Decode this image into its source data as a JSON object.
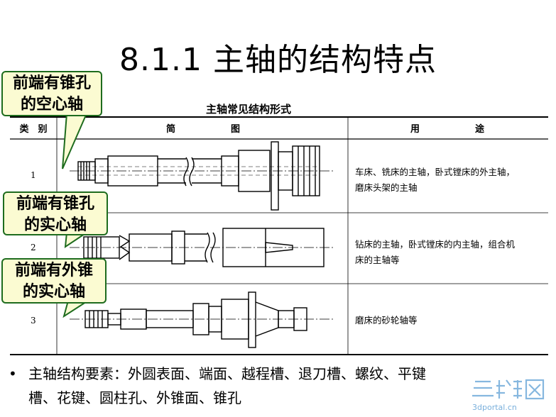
{
  "title": "8.1.1 主轴的结构特点",
  "table": {
    "caption": "主轴常见结构形式",
    "headers": {
      "type": "类　别",
      "sketch": "简　　　　　　图",
      "use": "用　　　　　　途"
    },
    "rows": [
      {
        "number": "1",
        "use_lines": [
          "车床、铣床的主轴，卧式镗床的外主轴，",
          "磨床头架的主轴"
        ]
      },
      {
        "number": "2",
        "use_lines": [
          "钻床的主轴，卧式镗床的内主轴，组合机",
          "床的主轴等"
        ]
      },
      {
        "number": "3",
        "use_lines": [
          "磨床的砂轮轴等"
        ]
      }
    ]
  },
  "callouts": [
    {
      "lines": [
        "前端有锥孔",
        "的空心轴"
      ]
    },
    {
      "lines": [
        "前端有锥孔",
        "的实心轴"
      ]
    },
    {
      "lines": [
        "前端有外锥",
        "的实心轴"
      ]
    }
  ],
  "note": {
    "bullet": "•",
    "lines": [
      "主轴结构要素：外圆表面、端面、越程槽、退刀槽、螺纹、平键",
      "槽、花键、圆柱孔、外锥面、锥孔"
    ]
  },
  "colors": {
    "callout_fill": "#fbfbd2",
    "callout_border": "#1e6c1e",
    "watermark": "#7ab0dc"
  }
}
